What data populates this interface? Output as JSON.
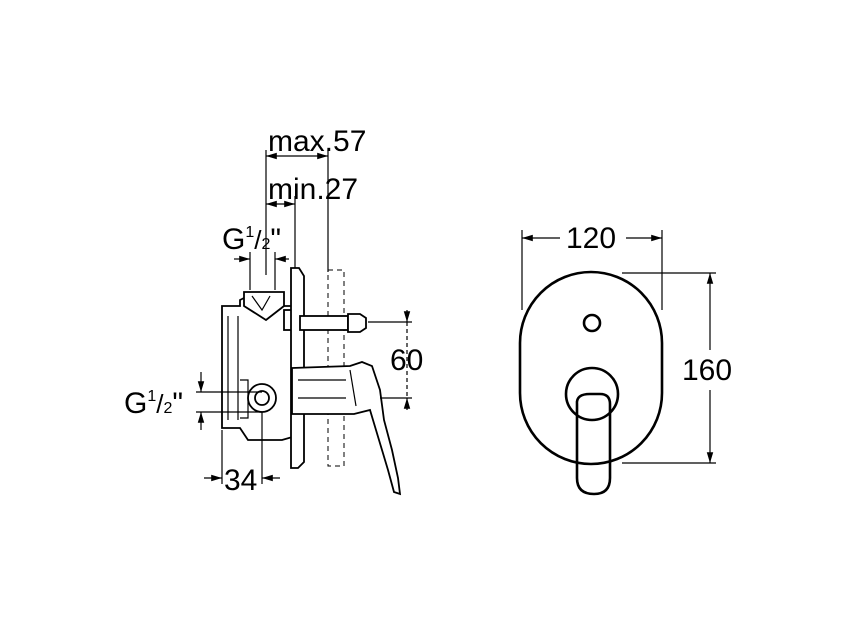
{
  "side_view": {
    "dim_max": "max.57",
    "dim_min": "min.27",
    "thread_top": "G",
    "thread_bottom": "G",
    "fraction_num": "1",
    "fraction_den": "2",
    "inch_mark": "\"",
    "dim_depth": "60",
    "dim_offset": "34"
  },
  "front_view": {
    "dim_width": "120",
    "dim_height": "160"
  }
}
